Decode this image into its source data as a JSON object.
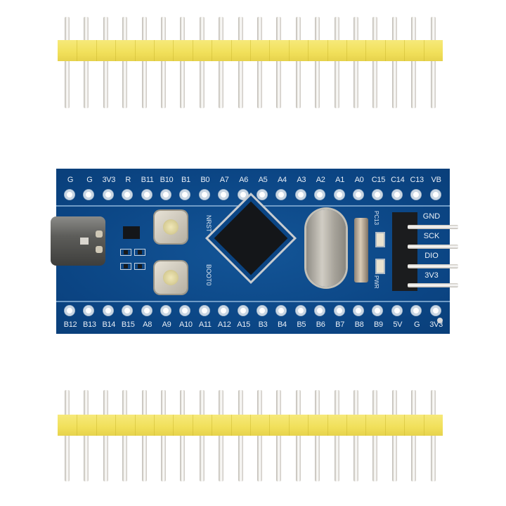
{
  "scene": {
    "description": "Product photo of an STM32 blue pill-style development board with USB-C and two yellow 20-pin male headers",
    "background": "#ffffff"
  },
  "headers": {
    "count": 2,
    "pins_per_header": 20,
    "plastic_color": "#f1e05a",
    "pin_color": "#f4f2ee"
  },
  "board": {
    "color": "#0b4584",
    "top_row_labels": [
      "G",
      "G",
      "3V3",
      "R",
      "B11",
      "B10",
      "B1",
      "B0",
      "A7",
      "A6",
      "A5",
      "A4",
      "A3",
      "A2",
      "A1",
      "A0",
      "C15",
      "C14",
      "C13",
      "VB"
    ],
    "bottom_row_labels": [
      "B12",
      "B13",
      "B14",
      "B15",
      "A8",
      "A9",
      "A10",
      "A11",
      "A12",
      "A15",
      "B3",
      "B4",
      "B5",
      "B6",
      "B7",
      "B8",
      "B9",
      "5V",
      "G",
      "3V3"
    ],
    "swd_header_labels": [
      "GND",
      "SCK",
      "DIO",
      "3V3"
    ],
    "button_labels": [
      "NRST",
      "BOOT0"
    ],
    "led_labels": [
      "PC13",
      "PWR"
    ],
    "connector": "USB-C"
  }
}
